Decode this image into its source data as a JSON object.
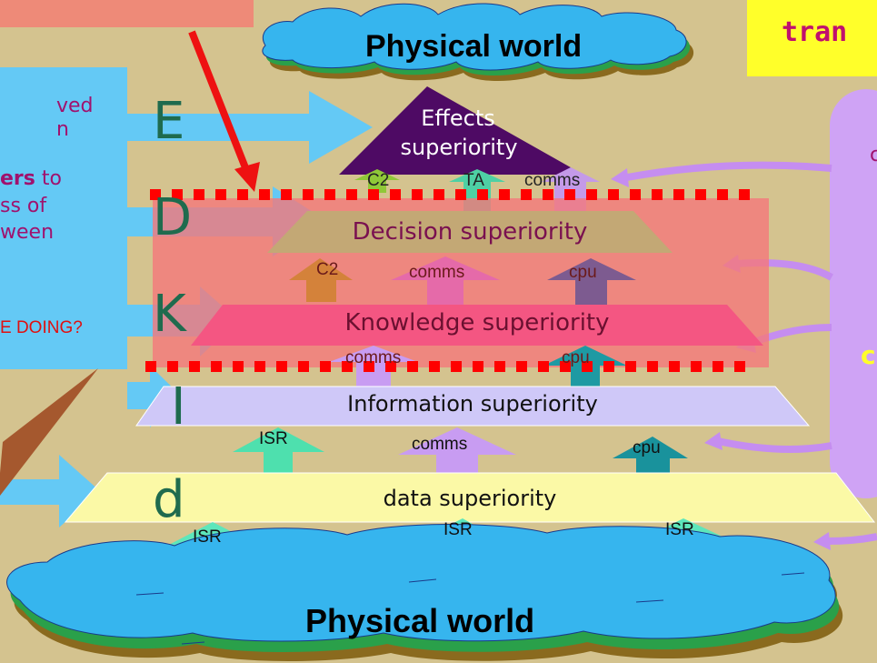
{
  "top_banner": {
    "text": "",
    "color": "#ee8a78"
  },
  "corner_note": {
    "text": "tran",
    "background": "#ffff2a",
    "color": "#c0106e"
  },
  "left_panel": {
    "lines": [
      "ved",
      "n",
      "ers to",
      "ss of",
      "ween"
    ],
    "bold_fragment": "ers",
    "question": "E DOING?"
  },
  "right_panel": {
    "fragment_top": "c",
    "fragment_mid": "c",
    "color": "#cfa3f5"
  },
  "letters": [
    "E",
    "D",
    "K",
    "I",
    "d"
  ],
  "effects": {
    "line1": "Effects",
    "line2": "superiority",
    "arrows": [
      "C2",
      "TA",
      "comms"
    ]
  },
  "decision": {
    "label": "Decision superiority",
    "arrows": [
      "C2",
      "comms",
      "cpu"
    ]
  },
  "knowledge": {
    "label": "Knowledge superiority",
    "arrows": [
      "comms",
      "cpu"
    ]
  },
  "information": {
    "label": "Information superiority",
    "arrows": [
      "ISR",
      "comms",
      "cpu"
    ]
  },
  "data_layer": {
    "label": "data superiority",
    "arrows": [
      "ISR",
      "ISR",
      "ISR"
    ]
  },
  "physical_top": "Physical world",
  "physical_bottom": "Physical world"
}
